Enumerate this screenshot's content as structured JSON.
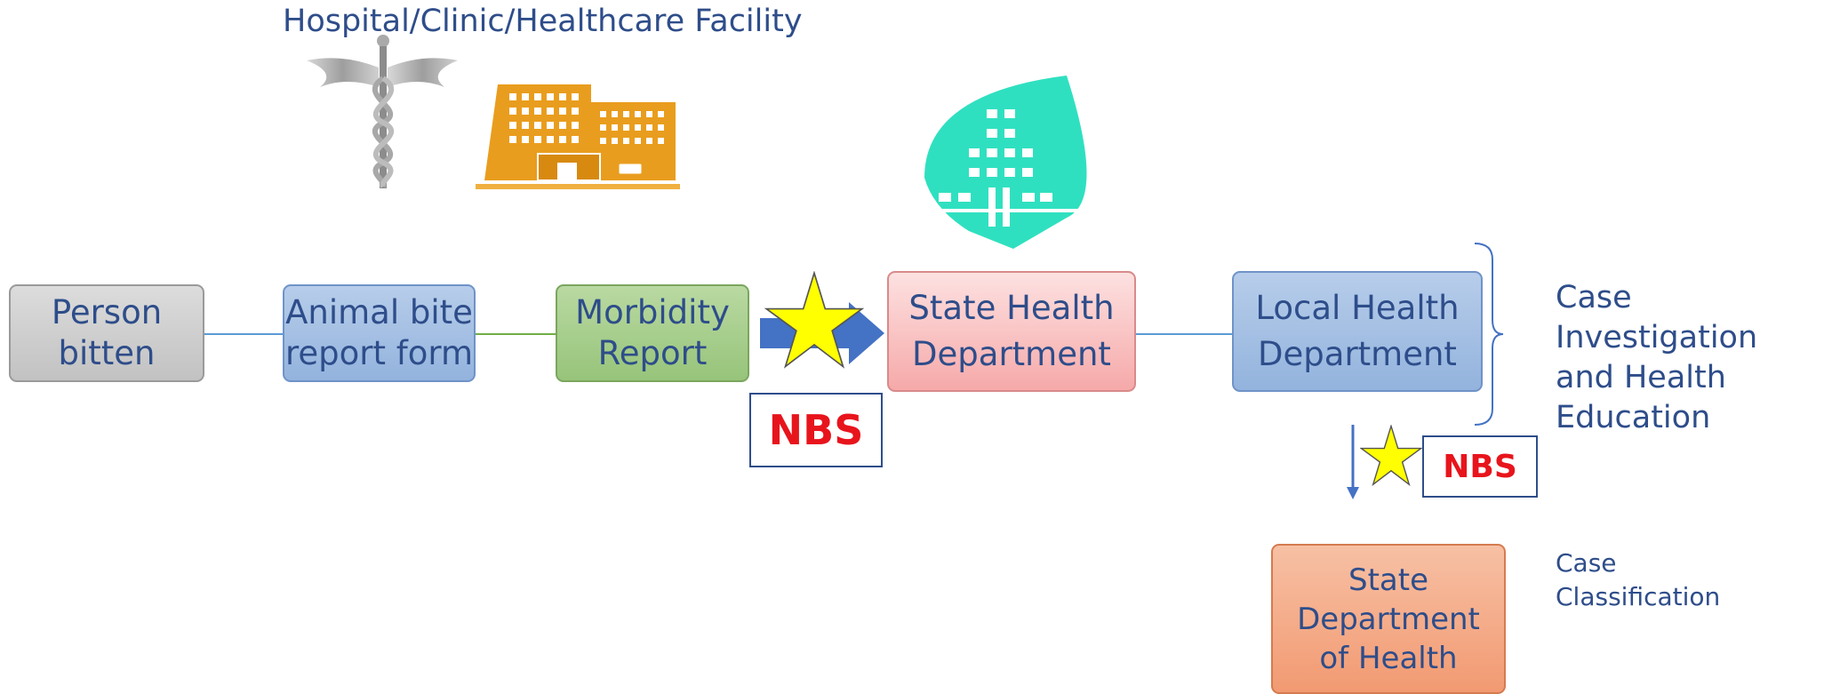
{
  "facility_title": "Hospital/Clinic/Healthcare Facility",
  "boxes": {
    "person": [
      "Person",
      "bitten"
    ],
    "form": [
      "Animal bite",
      "report form"
    ],
    "morbidity": [
      "Morbidity",
      "Report"
    ],
    "state": [
      "State Health",
      "Department"
    ],
    "local": [
      "Local Health",
      "Department"
    ],
    "state_dept": [
      "State",
      "Department",
      "of Health"
    ]
  },
  "badges": {
    "nbs_1": "NBS",
    "nbs_2": "NBS"
  },
  "notes": {
    "investigation": [
      "Case Investigation",
      "and Health",
      "Education"
    ],
    "classification": [
      "Case",
      "Classification"
    ]
  },
  "icons": [
    "caduceus-icon",
    "hospital-building-icon",
    "health-department-building-icon",
    "star-icon",
    "arrow-right-icon",
    "arrow-down-icon",
    "brace-icon"
  ],
  "colors": {
    "text": "#2e4d8a",
    "nbs_red": "#e8141c",
    "star": "#ffff00",
    "arrow": "#4472c4"
  }
}
